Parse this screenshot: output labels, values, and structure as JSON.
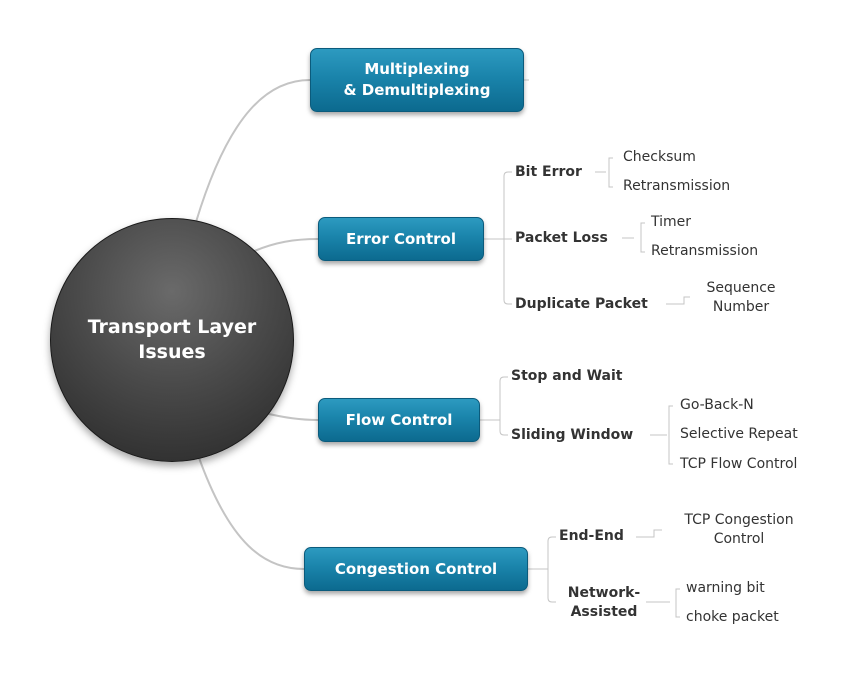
{
  "center": {
    "label": "Transport Layer\nIssues"
  },
  "colors": {
    "topic_fill": "#1a84ab",
    "center_fill": "#3c3c3c",
    "connector": "#c4c4c4",
    "text": "#333333"
  },
  "topics": [
    {
      "label": "Multiplexing\n& Demultiplexing",
      "subtopics": []
    },
    {
      "label": "Error Control",
      "subtopics": [
        {
          "label": "Bit Error",
          "leaves": [
            "Checksum",
            "Retransmission"
          ]
        },
        {
          "label": "Packet Loss",
          "leaves": [
            "Timer",
            "Retransmission"
          ]
        },
        {
          "label": "Duplicate Packet",
          "leaves": [
            "Sequence\nNumber"
          ]
        }
      ]
    },
    {
      "label": "Flow Control",
      "subtopics": [
        {
          "label": "Stop and Wait",
          "leaves": []
        },
        {
          "label": "Sliding Window",
          "leaves": [
            "Go-Back-N",
            "Selective Repeat",
            "TCP Flow Control"
          ]
        }
      ]
    },
    {
      "label": "Congestion Control",
      "subtopics": [
        {
          "label": "End-End",
          "leaves": [
            "TCP Congestion\nControl"
          ]
        },
        {
          "label": "Network-\nAssisted",
          "leaves": [
            "warning bit",
            "choke packet"
          ]
        }
      ]
    }
  ]
}
